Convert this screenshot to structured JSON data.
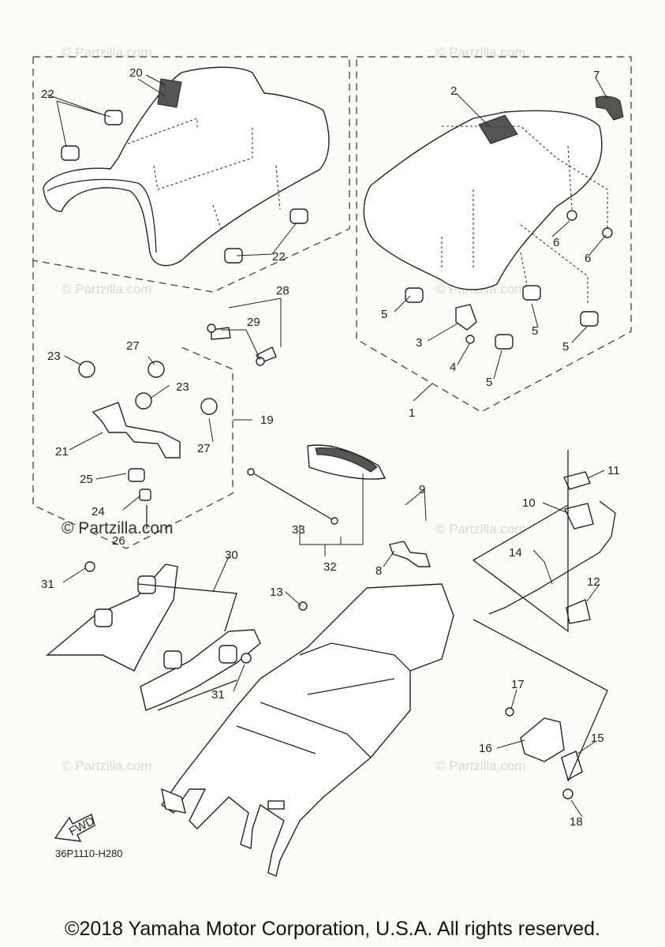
{
  "watermark": {
    "text": "© Partzilla.com",
    "dark_text": "© Partzilla.com"
  },
  "diagram_code": "36P1110-H280",
  "fwd_label": "FWD",
  "copyright": "©2018 Yamaha Motor Corporation, U.S.A. All rights reserved.",
  "callouts": {
    "c1": "1",
    "c2": "2",
    "c3": "3",
    "c4": "4",
    "c5a": "5",
    "c5b": "5",
    "c5c": "5",
    "c5d": "5",
    "c6a": "6",
    "c6b": "6",
    "c7": "7",
    "c8": "8",
    "c9": "9",
    "c10": "10",
    "c11": "11",
    "c12": "12",
    "c13": "13",
    "c14": "14",
    "c15": "15",
    "c16": "16",
    "c17": "17",
    "c18": "18",
    "c19": "19",
    "c20": "20",
    "c21": "21",
    "c22a": "22",
    "c22b": "22",
    "c23a": "23",
    "c23b": "23",
    "c24": "24",
    "c25": "25",
    "c26": "26",
    "c27a": "27",
    "c27b": "27",
    "c28": "28",
    "c29": "29",
    "c30": "30",
    "c31a": "31",
    "c31b": "31",
    "c32": "32",
    "c33": "33"
  }
}
